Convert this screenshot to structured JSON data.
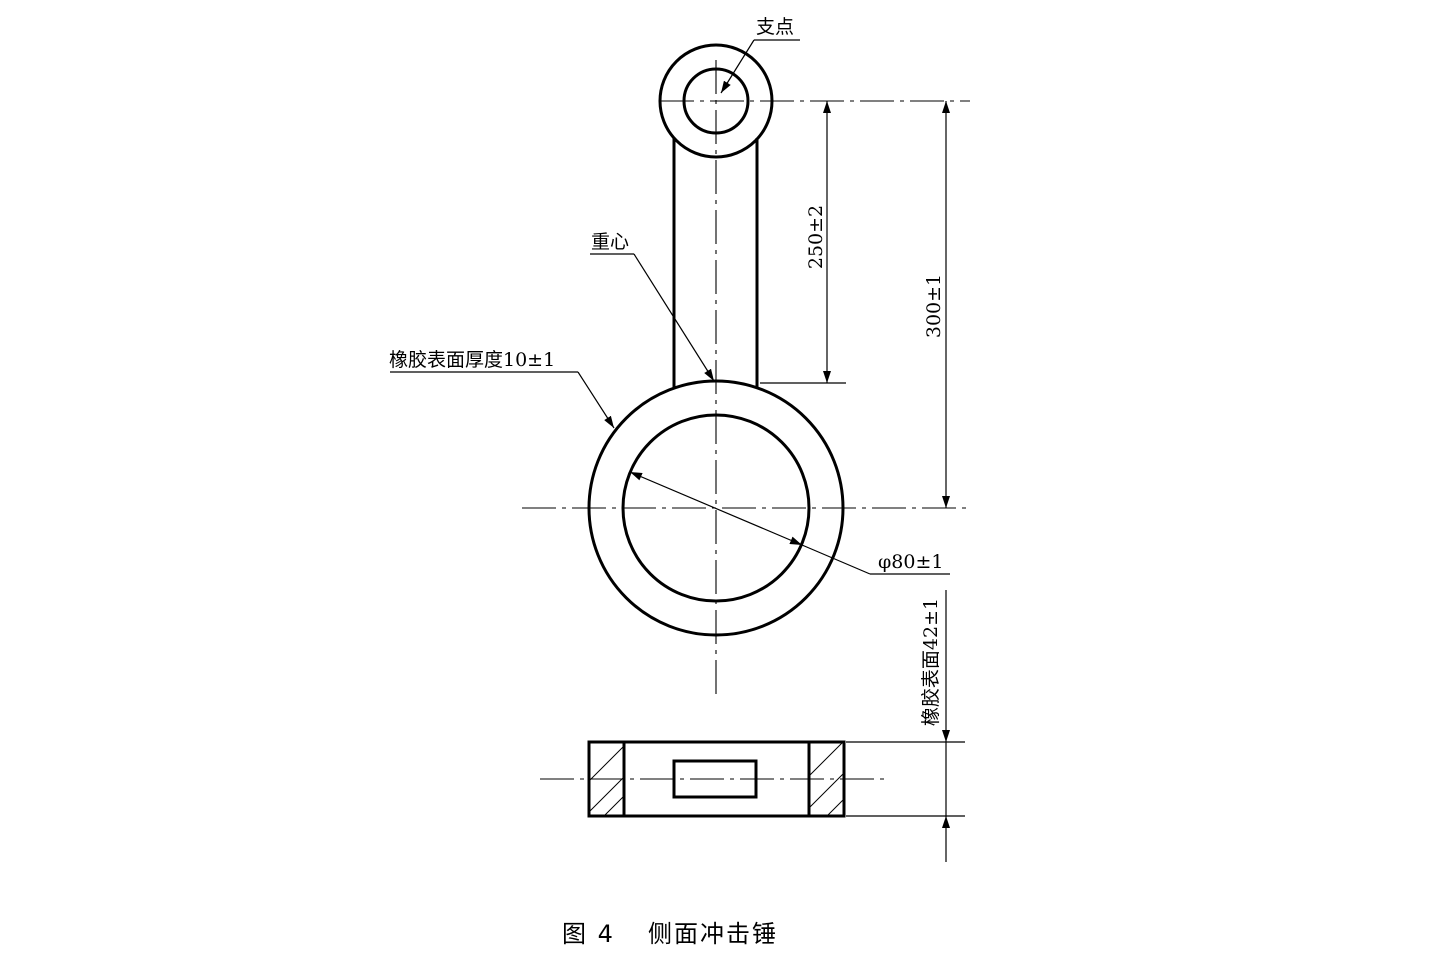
{
  "labels": {
    "pivot": "支点",
    "center_of_gravity": "重心",
    "rubber_thickness": "橡胶表面厚度10±1",
    "diameter": "φ80±1",
    "dim_250": "250±2",
    "dim_300": "300±1",
    "rubber_face": "橡胶表面42±1"
  },
  "caption": {
    "figure_no": "图 4",
    "title": "侧面冲击锤"
  }
}
